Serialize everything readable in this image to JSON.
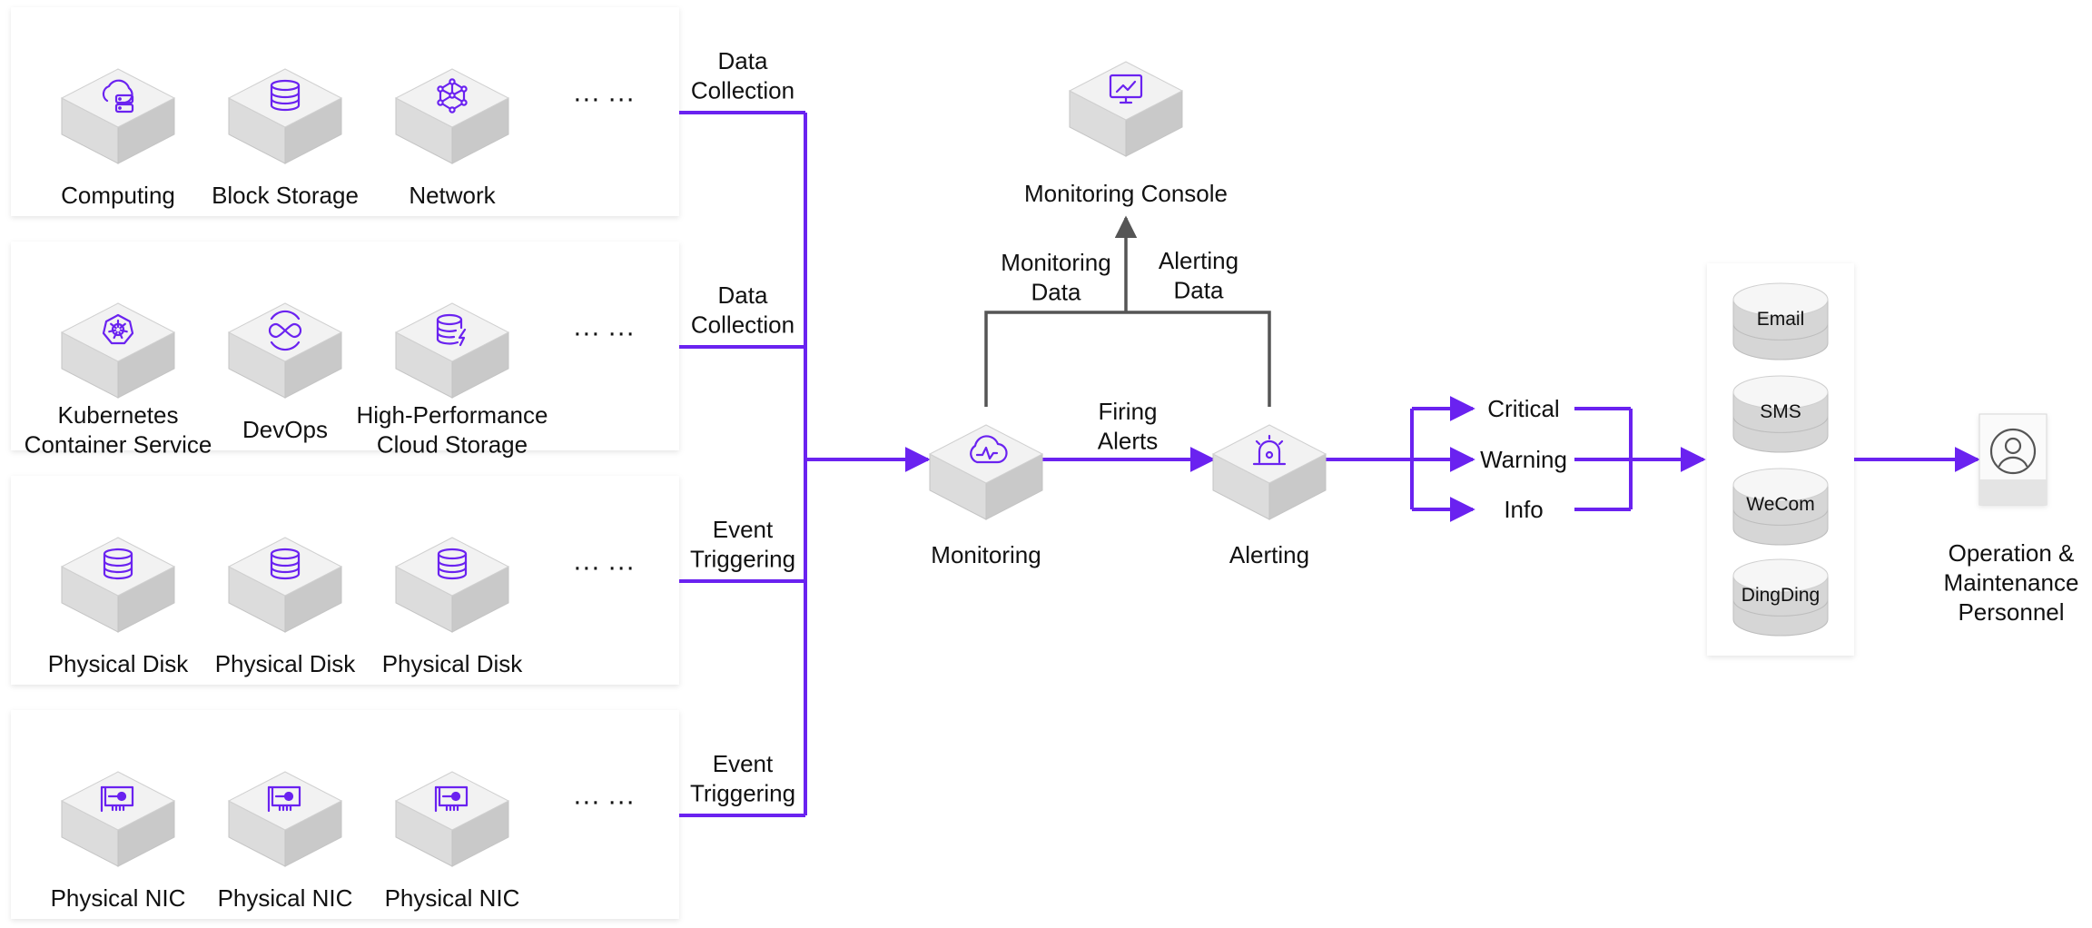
{
  "colors": {
    "accent": "#6a22f0",
    "gray_line": "#555555",
    "panel": "#ffffff",
    "cube_top": "#f2f2f2",
    "cube_left": "#dcdcdc",
    "cube_right": "#c9c9c9",
    "text": "#111111"
  },
  "groups": [
    {
      "items": [
        {
          "label": [
            "Computing"
          ],
          "icon": "cloud-server-icon"
        },
        {
          "label": [
            "Block Storage"
          ],
          "icon": "database-icon"
        },
        {
          "label": [
            "Network"
          ],
          "icon": "network-cube-icon"
        }
      ],
      "ellipsis": "··· ···",
      "connector": [
        "Data",
        "Collection"
      ]
    },
    {
      "items": [
        {
          "label": [
            "Kubernetes",
            "Container Service"
          ],
          "icon": "kubernetes-wheel-icon"
        },
        {
          "label": [
            "DevOps"
          ],
          "icon": "devops-infinity-icon"
        },
        {
          "label": [
            "High-Performance",
            "Cloud Storage"
          ],
          "icon": "database-bolt-icon"
        }
      ],
      "ellipsis": "··· ···",
      "connector": [
        "Data",
        "Collection"
      ]
    },
    {
      "items": [
        {
          "label": [
            "Physical Disk"
          ],
          "icon": "database-icon"
        },
        {
          "label": [
            "Physical Disk"
          ],
          "icon": "database-icon"
        },
        {
          "label": [
            "Physical Disk"
          ],
          "icon": "database-icon"
        }
      ],
      "ellipsis": "··· ···",
      "connector": [
        "Event",
        "Triggering"
      ]
    },
    {
      "items": [
        {
          "label": [
            "Physical NIC"
          ],
          "icon": "nic-card-icon"
        },
        {
          "label": [
            "Physical NIC"
          ],
          "icon": "nic-card-icon"
        },
        {
          "label": [
            "Physical NIC"
          ],
          "icon": "nic-card-icon"
        }
      ],
      "ellipsis": "··· ···",
      "connector": [
        "Event",
        "Triggering"
      ]
    }
  ],
  "console": {
    "label": [
      "Monitoring Console"
    ],
    "icon": "monitor-chart-icon"
  },
  "monitoring": {
    "label": [
      "Monitoring"
    ],
    "icon": "cloud-activity-icon"
  },
  "alerting": {
    "label": [
      "Alerting"
    ],
    "icon": "alarm-siren-icon"
  },
  "edges": {
    "monitoring_data": [
      "Monitoring",
      "Data"
    ],
    "alerting_data": [
      "Alerting",
      "Data"
    ],
    "firing_alerts": [
      "Firing",
      "Alerts"
    ]
  },
  "levels": [
    "Critical",
    "Warning",
    "Info"
  ],
  "channels": [
    "Email",
    "SMS",
    "WeCom",
    "DingDing"
  ],
  "personnel": {
    "label": [
      "Operation &",
      "Maintenance",
      "Personnel"
    ],
    "icon": "user-avatar-icon"
  }
}
